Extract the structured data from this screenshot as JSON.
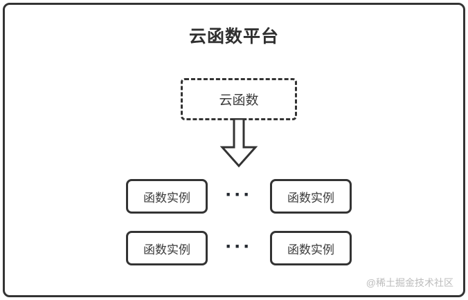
{
  "diagram": {
    "title": "云函数平台",
    "cloud_function_label": "云函数",
    "ellipsis": "···",
    "instance_rows": [
      [
        "函数实例",
        "函数实例"
      ],
      [
        "函数实例",
        "函数实例"
      ]
    ],
    "watermark": "@稀土掘金技术社区",
    "colors": {
      "border": "#333333",
      "text": "#3a3a3a",
      "watermark": "#bcbcbc",
      "background": "#ffffff"
    }
  }
}
